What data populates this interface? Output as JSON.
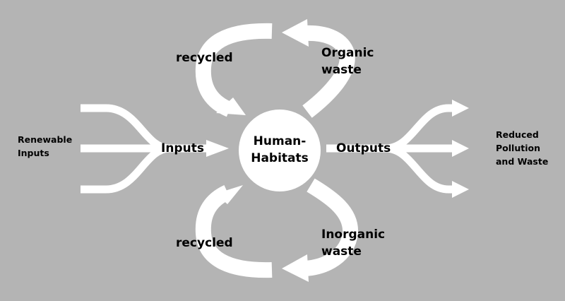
{
  "diagram": {
    "center": "Human-\nHabitats",
    "left_input": "Renewable\nInputs",
    "inputs_label": "Inputs",
    "outputs_label": "Outputs",
    "right_output": "Reduced\nPollution\nand Waste",
    "recycled_top": "recycled",
    "organic_waste": "Organic\nwaste",
    "recycled_bottom": "recycled",
    "inorganic_waste": "Inorganic\nwaste"
  },
  "colors": {
    "background": "#b4b4b4",
    "arrows": "#ffffff",
    "text": "#000000"
  }
}
